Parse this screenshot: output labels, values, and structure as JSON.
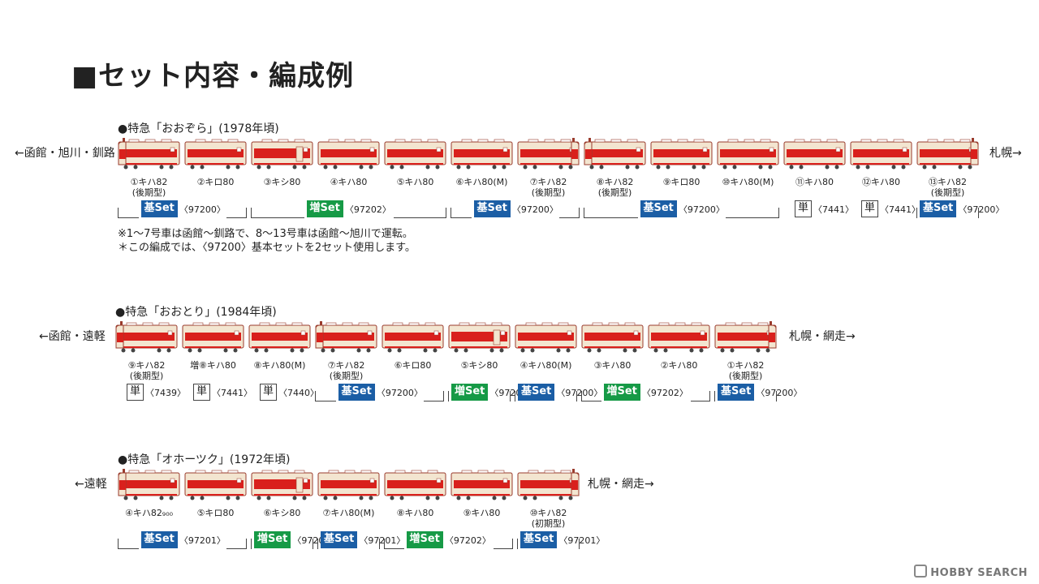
{
  "title": "■セット内容・編成例",
  "colors": {
    "cream": "#f3e5d0",
    "red": "#d9201c",
    "outline": "#9a3b2c",
    "base": "#1b5ea5",
    "add": "#169a46"
  },
  "formations": [
    {
      "heading": "●特急「おおぞら」(1978年頃)",
      "left_dir": "←函館・旭川・釧路",
      "right_dir": "札幌→",
      "cars": [
        {
          "no": "①キハ82",
          "sub": "(後期型)",
          "type": "front-left"
        },
        {
          "no": "②キロ80",
          "sub": "",
          "type": "car"
        },
        {
          "no": "③キシ80",
          "sub": "",
          "type": "diner"
        },
        {
          "no": "④キハ80",
          "sub": "",
          "type": "car"
        },
        {
          "no": "⑤キハ80",
          "sub": "",
          "type": "car"
        },
        {
          "no": "⑥キハ80(M)",
          "sub": "",
          "type": "car"
        },
        {
          "no": "⑦キハ82",
          "sub": "(後期型)",
          "type": "front-right"
        },
        {
          "no": "⑧キハ82",
          "sub": "(後期型)",
          "type": "front-left"
        },
        {
          "no": "⑨キロ80",
          "sub": "",
          "type": "car"
        },
        {
          "no": "⑩キハ80(M)",
          "sub": "",
          "type": "car"
        },
        {
          "no": "⑪キハ80",
          "sub": "",
          "type": "car"
        },
        {
          "no": "⑫キハ80",
          "sub": "",
          "type": "car"
        },
        {
          "no": "⑬キハ82",
          "sub": "(後期型)",
          "type": "front-right"
        }
      ],
      "groups": [
        {
          "from": 0,
          "to": 1,
          "kind": "base",
          "label": "基Set",
          "code": "〈97200〉"
        },
        {
          "from": 2,
          "to": 4,
          "kind": "add",
          "label": "増Set",
          "code": "〈97202〉"
        },
        {
          "from": 5,
          "to": 6,
          "kind": "base",
          "label": "基Set",
          "code": "〈97200〉"
        },
        {
          "from": 7,
          "to": 9,
          "kind": "base",
          "label": "基Set",
          "code": "〈97200〉"
        },
        {
          "from": 10,
          "to": 10,
          "kind": "single",
          "label": "単",
          "code": "〈7441〉"
        },
        {
          "from": 11,
          "to": 11,
          "kind": "single",
          "label": "単",
          "code": "〈7441〉"
        },
        {
          "from": 12,
          "to": 12,
          "kind": "base",
          "label": "基Set",
          "code": "〈97200〉"
        }
      ],
      "notes": [
        "※1～7号車は函館～釧路で、8～13号車は函館～旭川で運転。",
        "＊この編成では、〈97200〉基本セットを2セット使用します。"
      ]
    },
    {
      "heading": "●特急「おおとり」(1984年頃)",
      "left_dir": "←函館・遠軽",
      "right_dir": "札幌・網走→",
      "cars": [
        {
          "no": "⑨キハ82",
          "sub": "(後期型)",
          "type": "front-left"
        },
        {
          "no": "増⑧キハ80",
          "sub": "",
          "type": "car"
        },
        {
          "no": "⑧キハ80(M)",
          "sub": "",
          "type": "car"
        },
        {
          "no": "⑦キハ82",
          "sub": "(後期型)",
          "type": "front-left"
        },
        {
          "no": "⑥キロ80",
          "sub": "",
          "type": "car"
        },
        {
          "no": "⑤キシ80",
          "sub": "",
          "type": "diner"
        },
        {
          "no": "④キハ80(M)",
          "sub": "",
          "type": "car"
        },
        {
          "no": "③キハ80",
          "sub": "",
          "type": "car"
        },
        {
          "no": "②キハ80",
          "sub": "",
          "type": "car"
        },
        {
          "no": "①キハ82",
          "sub": "(後期型)",
          "type": "front-right"
        }
      ],
      "groups": [
        {
          "from": 0,
          "to": 0,
          "kind": "single",
          "label": "単",
          "code": "〈7439〉"
        },
        {
          "from": 1,
          "to": 1,
          "kind": "single",
          "label": "単",
          "code": "〈7441〉"
        },
        {
          "from": 2,
          "to": 2,
          "kind": "single",
          "label": "単",
          "code": "〈7440〉"
        },
        {
          "from": 3,
          "to": 4,
          "kind": "base",
          "label": "基Set",
          "code": "〈97200〉"
        },
        {
          "from": 5,
          "to": 5,
          "kind": "add",
          "label": "増Set",
          "code": "〈97202〉"
        },
        {
          "from": 6,
          "to": 6,
          "kind": "base",
          "label": "基Set",
          "code": "〈97200〉"
        },
        {
          "from": 7,
          "to": 8,
          "kind": "add",
          "label": "増Set",
          "code": "〈97202〉"
        },
        {
          "from": 9,
          "to": 9,
          "kind": "base",
          "label": "基Set",
          "code": "〈97200〉"
        }
      ],
      "notes": []
    },
    {
      "heading": "●特急「オホーツク」(1972年頃)",
      "left_dir": "←遠軽",
      "right_dir": "札幌・網走→",
      "cars": [
        {
          "no": "④キハ82₉₀₀",
          "sub": "",
          "type": "front-left"
        },
        {
          "no": "⑤キロ80",
          "sub": "",
          "type": "car"
        },
        {
          "no": "⑥キシ80",
          "sub": "",
          "type": "diner"
        },
        {
          "no": "⑦キハ80(M)",
          "sub": "",
          "type": "car"
        },
        {
          "no": "⑧キハ80",
          "sub": "",
          "type": "car"
        },
        {
          "no": "⑨キハ80",
          "sub": "",
          "type": "car"
        },
        {
          "no": "⑩キハ82",
          "sub": "(初期型)",
          "type": "front-right"
        }
      ],
      "groups": [
        {
          "from": 0,
          "to": 1,
          "kind": "base",
          "label": "基Set",
          "code": "〈97201〉"
        },
        {
          "from": 2,
          "to": 2,
          "kind": "add",
          "label": "増Set",
          "code": "〈97202〉"
        },
        {
          "from": 3,
          "to": 3,
          "kind": "base",
          "label": "基Set",
          "code": "〈97201〉"
        },
        {
          "from": 4,
          "to": 5,
          "kind": "add",
          "label": "増Set",
          "code": "〈97202〉"
        },
        {
          "from": 6,
          "to": 6,
          "kind": "base",
          "label": "基Set",
          "code": "〈97201〉"
        }
      ],
      "notes": []
    }
  ],
  "watermark": "HOBBY SEARCH"
}
